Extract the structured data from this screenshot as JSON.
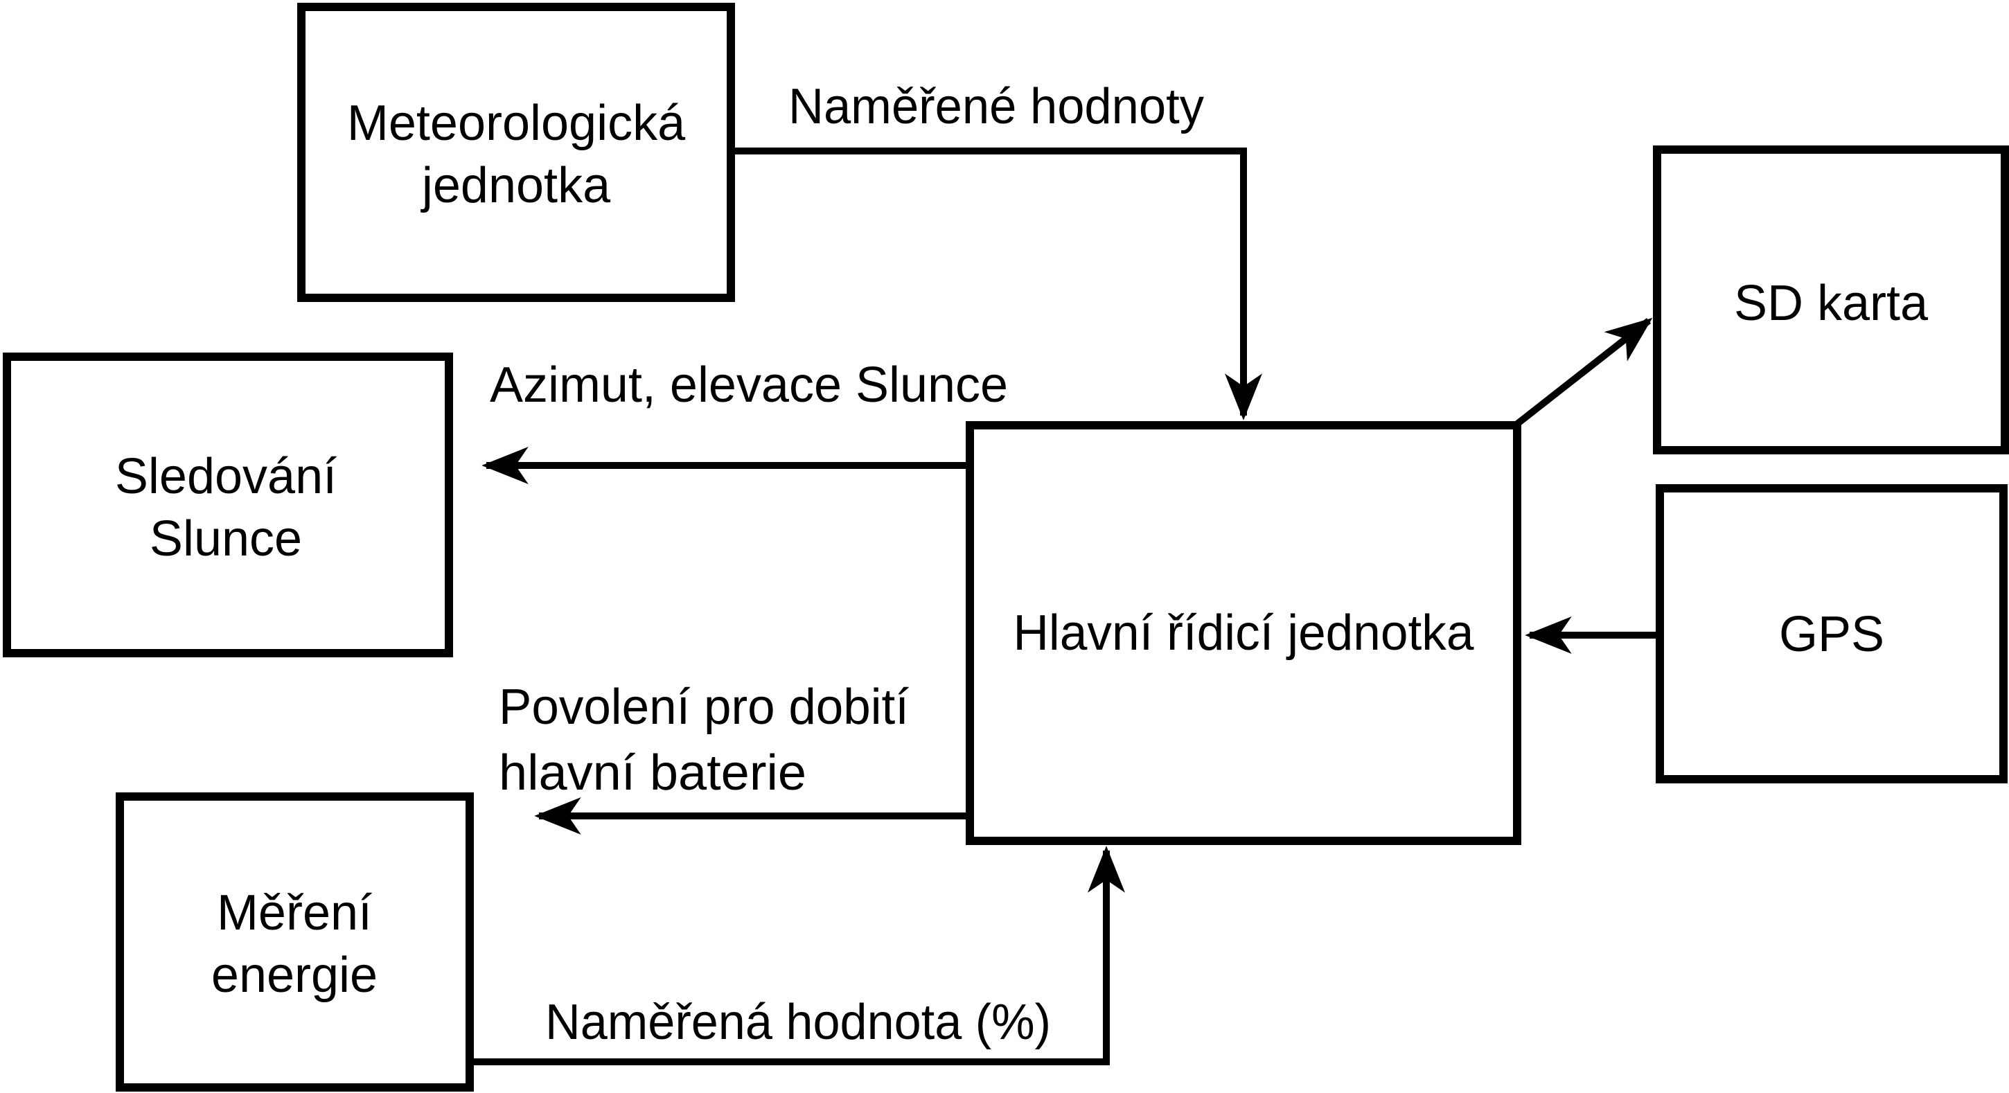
{
  "diagram": {
    "background_color": "#ffffff",
    "line_color": "#000000",
    "box_fill_color": "#ffffff",
    "boxes": [
      {
        "id": "meteorologicka-jednotka",
        "label": "Meteorologická jednotka",
        "lines": [
          "Meteorologická",
          "jednotka"
        ]
      },
      {
        "id": "sledovani-slunce",
        "label": "Sledování Slunce",
        "lines": [
          "Sledování",
          "Slunce"
        ]
      },
      {
        "id": "mereni-energie",
        "label": "Měření energie",
        "lines": [
          "Měření",
          "energie"
        ]
      },
      {
        "id": "hlavni-ridici-jednotka",
        "label": "Hlavní řídicí jednotka",
        "lines": [
          "Hlavní řídicí jednotka"
        ]
      },
      {
        "id": "sd-karta",
        "label": "SD karta",
        "lines": [
          "SD karta"
        ]
      },
      {
        "id": "gps",
        "label": "GPS",
        "lines": [
          "GPS"
        ]
      }
    ],
    "edges": [
      {
        "from": "meteorologicka-jednotka",
        "to": "hlavni-ridici-jednotka",
        "label": "Naměřené hodnoty"
      },
      {
        "from": "hlavni-ridici-jednotka",
        "to": "sd-karta",
        "label": ""
      },
      {
        "from": "gps",
        "to": "hlavni-ridici-jednotka",
        "label": ""
      },
      {
        "from": "hlavni-ridici-jednotka",
        "to": "sledovani-slunce",
        "label": "Azimut, elevace Slunce"
      },
      {
        "from": "hlavni-ridici-jednotka",
        "to": "mereni-energie",
        "label": "Povolení pro dobití hlavní baterie",
        "label_lines": [
          "Povolení pro dobití",
          "hlavní baterie"
        ]
      },
      {
        "from": "mereni-energie",
        "to": "hlavni-ridici-jednotka",
        "label": "Naměřená hodnota (%)"
      }
    ]
  }
}
